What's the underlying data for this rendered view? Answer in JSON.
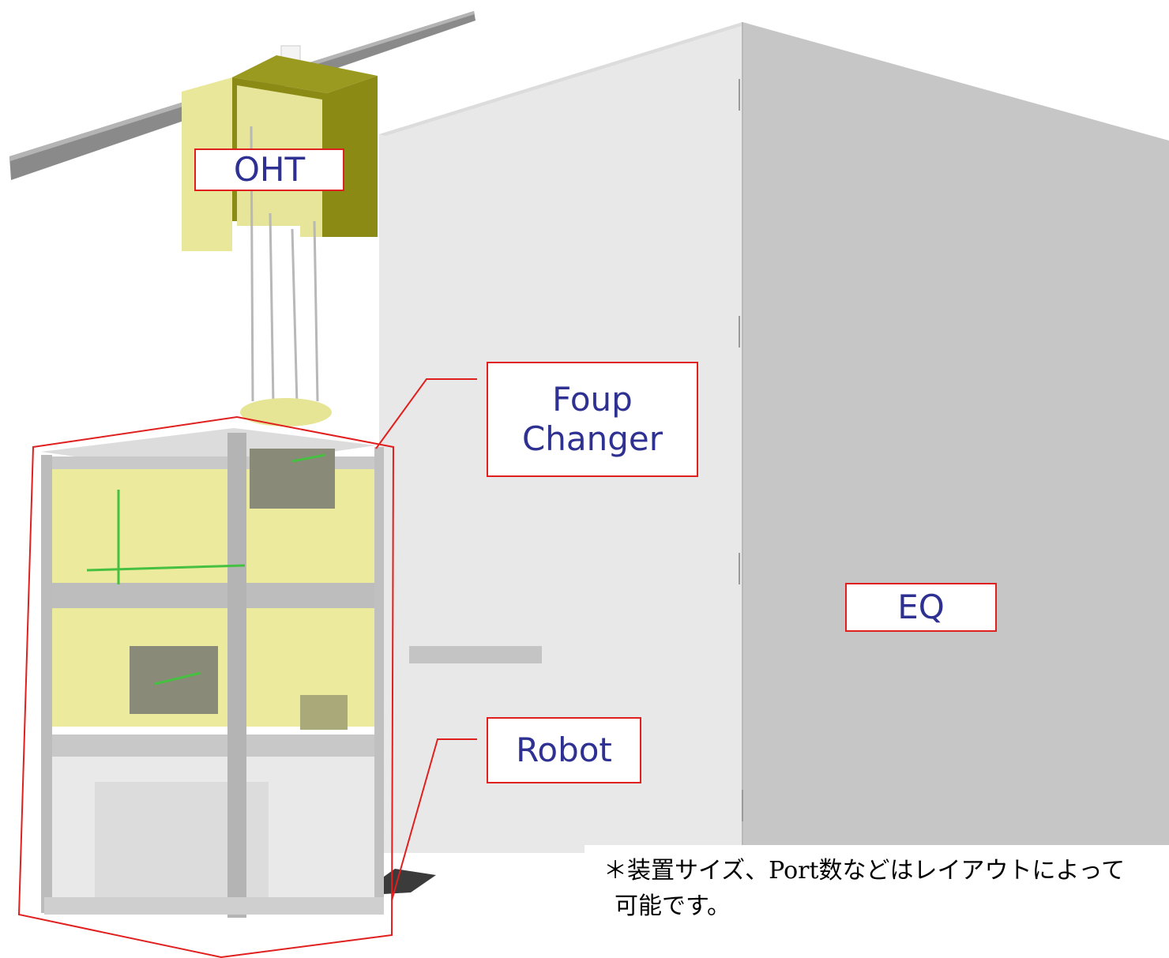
{
  "labels": {
    "oht": "OHT",
    "foup_changer_line1": "Foup",
    "foup_changer_line2": "Changer",
    "robot": "Robot",
    "eq": "EQ"
  },
  "note": {
    "line1": "＊装置サイズ、Port数などはレイアウトによって",
    "line2": "可能です。"
  },
  "colors": {
    "label_text": "#2e3192",
    "label_border": "#e0201e",
    "eq_left_face": "#e8e8e8",
    "eq_front_face": "#c6c6c6",
    "oht_yellow": "#e9e89a",
    "oht_olive": "#8b8a14",
    "rail": "#8c8c8c"
  }
}
